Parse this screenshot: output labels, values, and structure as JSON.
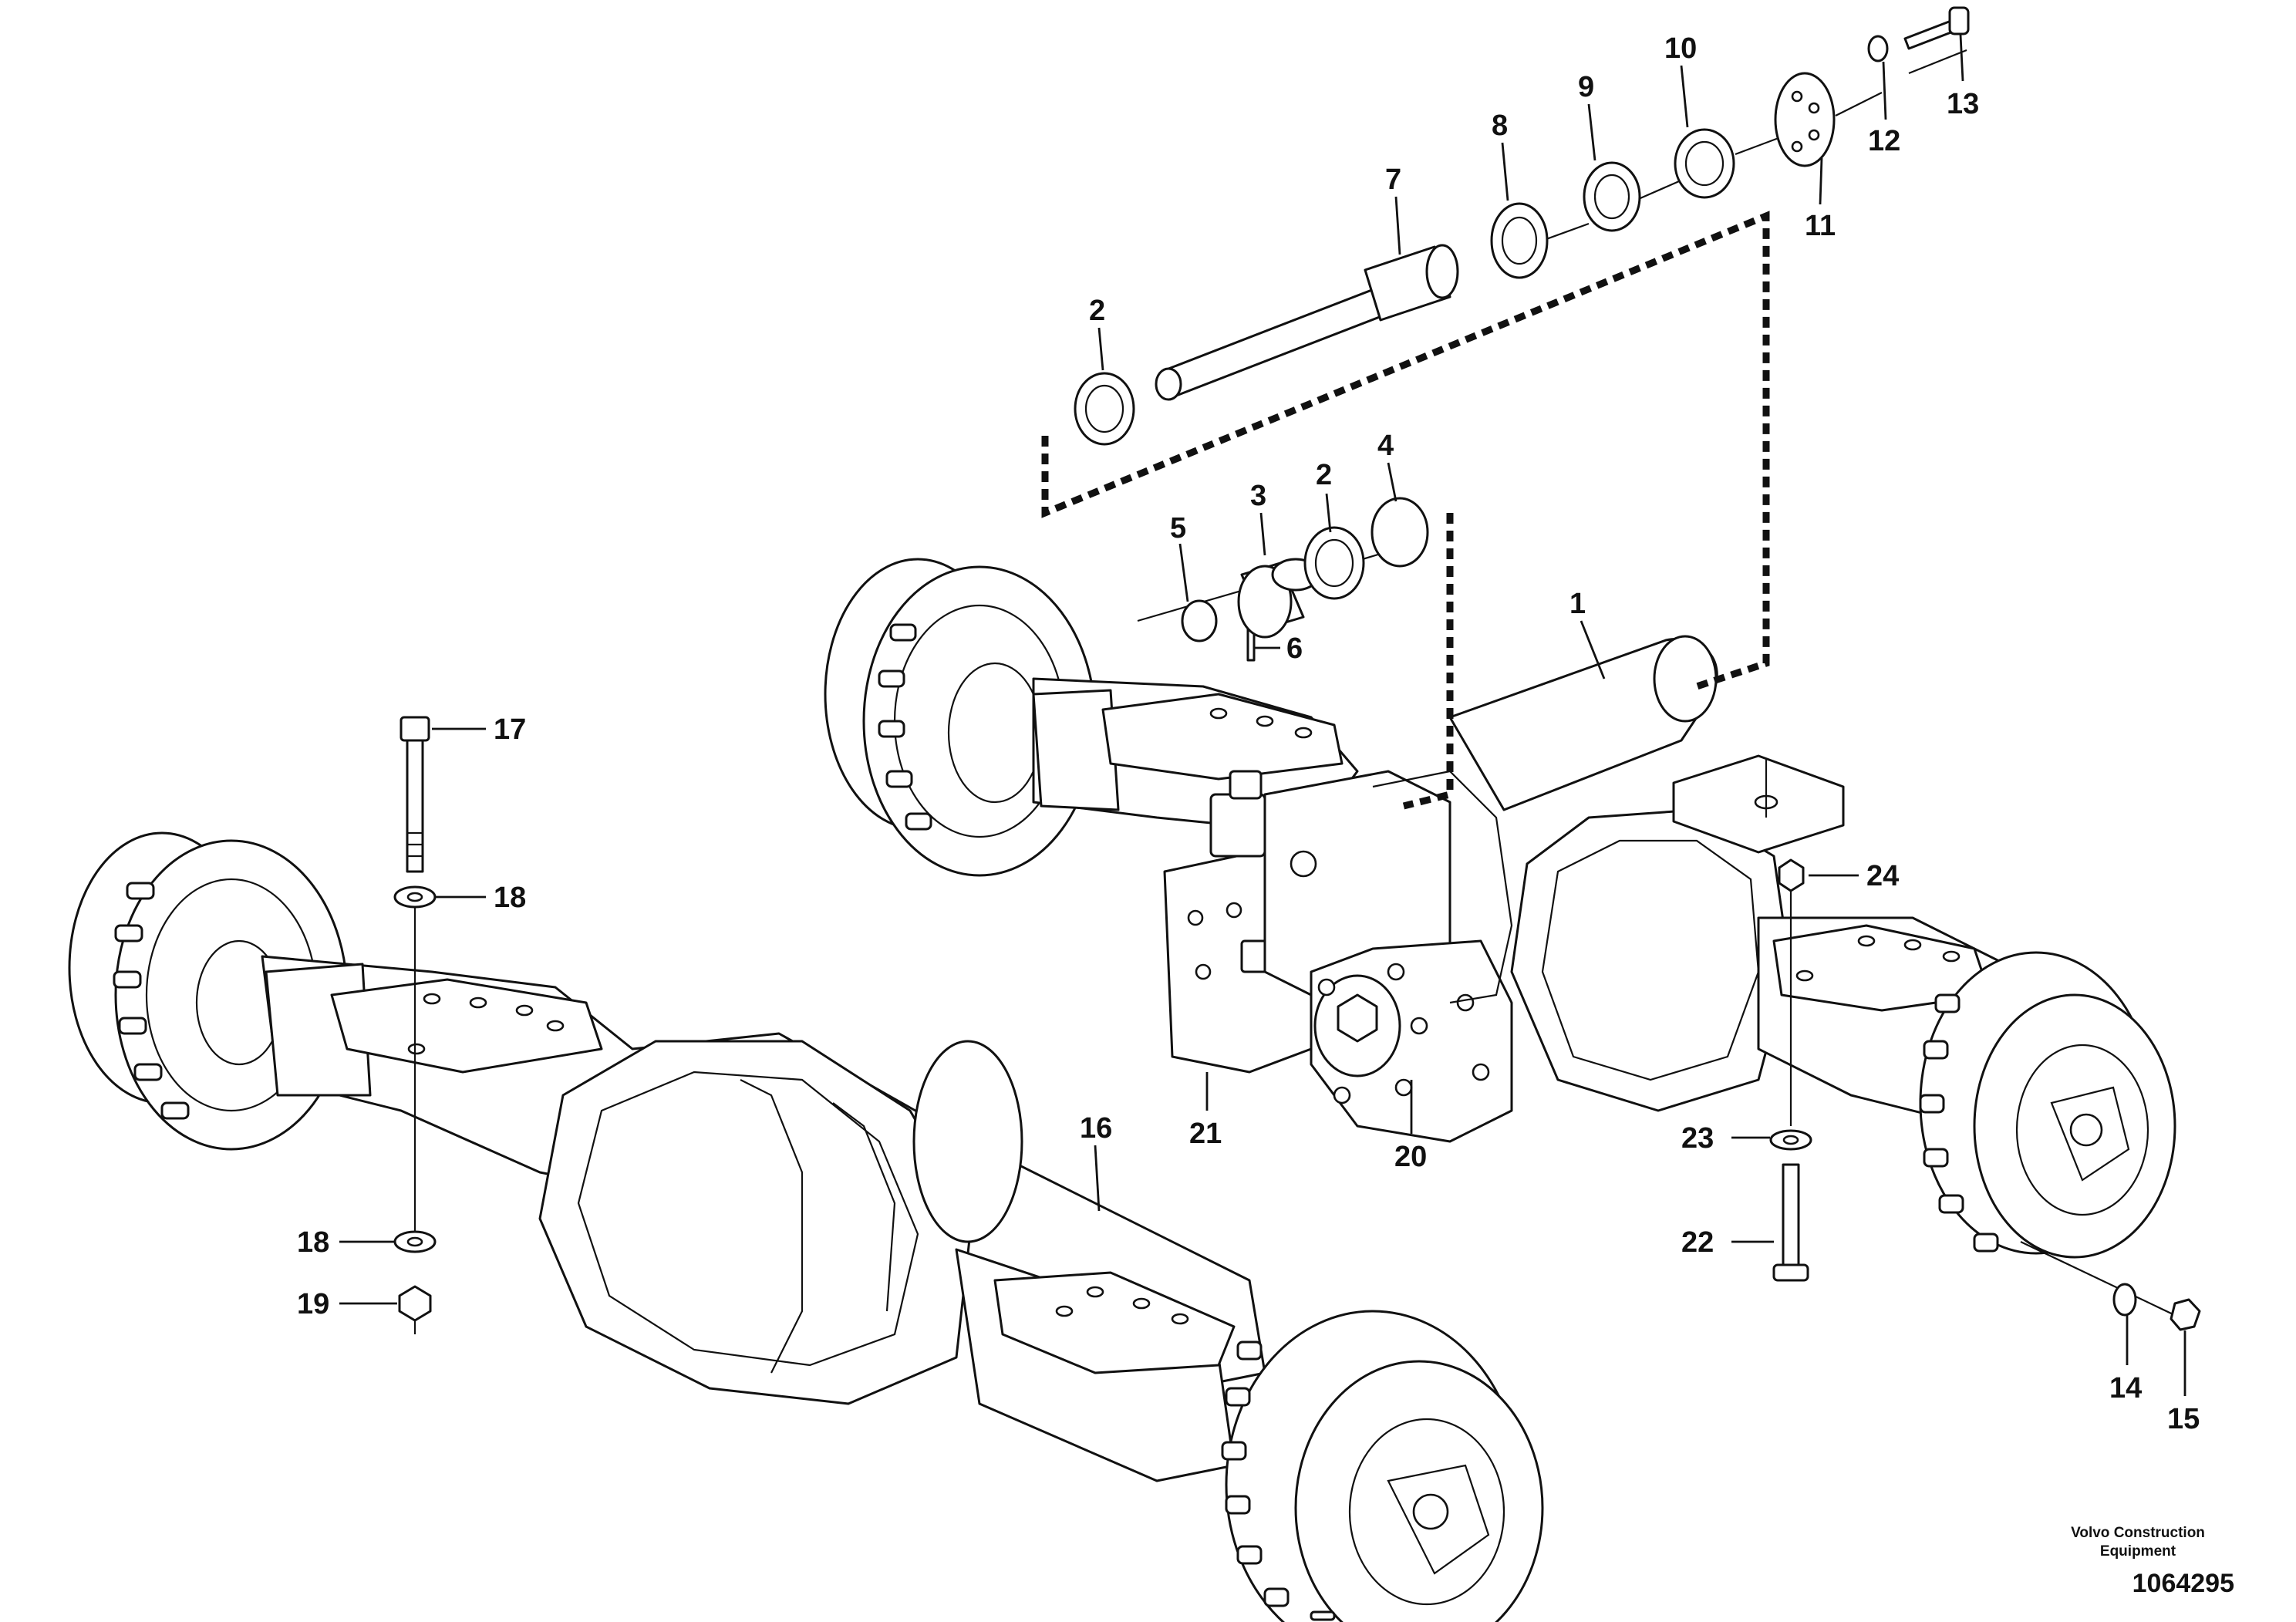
{
  "callouts": {
    "c1": "1",
    "c2a": "2",
    "c2b": "2",
    "c3": "3",
    "c4": "4",
    "c5": "5",
    "c6": "6",
    "c7": "7",
    "c8": "8",
    "c9": "9",
    "c10": "10",
    "c11": "11",
    "c12": "12",
    "c13": "13",
    "c14": "14",
    "c15": "15",
    "c16": "16",
    "c17": "17",
    "c18a": "18",
    "c18b": "18",
    "c19": "19",
    "c20": "20",
    "c21": "21",
    "c22": "22",
    "c23": "23",
    "c24": "24"
  },
  "footer": {
    "company_line1": "Volvo Construction",
    "company_line2": "Equipment",
    "drawing_number": "1064295"
  }
}
